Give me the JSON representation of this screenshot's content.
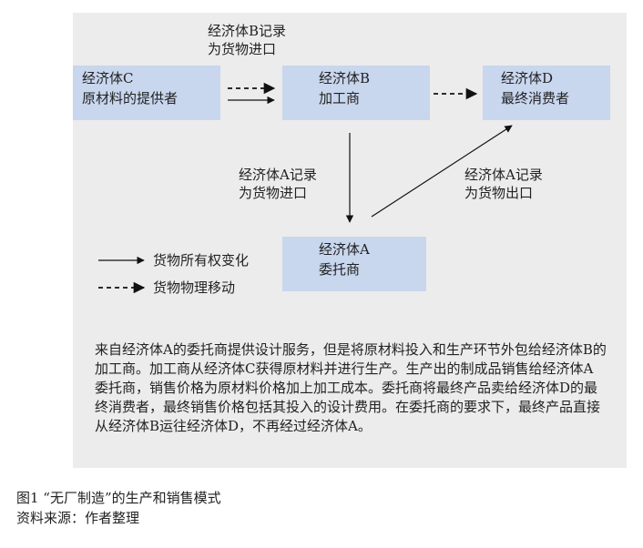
{
  "nodes": {
    "c": {
      "line1": "经济体C",
      "line2": "原材料的提供者"
    },
    "b": {
      "line1": "经济体B",
      "line2": "加工商"
    },
    "d": {
      "line1": "经济体D",
      "line2": "最终消费者"
    },
    "a": {
      "line1": "经济体A",
      "line2": "委托商"
    }
  },
  "labels": {
    "b_import": {
      "line1": "经济体B记录",
      "line2": "为货物进口"
    },
    "a_import": {
      "line1": "经济体A记录",
      "line2": "为货物进口"
    },
    "a_export": {
      "line1": "经济体A记录",
      "line2": "为货物出口"
    }
  },
  "legend": {
    "ownership": "货物所有权变化",
    "physical": "货物物理移动"
  },
  "description": "来自经济体A的委托商提供设计服务，但是将原材料投入和生产环节外包给经济体B的加工商。加工商从经济体C获得原材料并进行生产。生产出的制成品销售给经济体A委托商，销售价格为原材料价格加上加工成本。委托商将最终产品卖给经济体D的最终消费者，最终销售价格包括其投入的设计费用。在委托商的要求下，最终产品直接从经济体B运往经济体D，不再经过经济体A。",
  "caption": {
    "figure": "图1 “无厂制造”的生产和销售模式",
    "source": "资料来源：作者整理"
  },
  "colors": {
    "panel": "#ececec",
    "box": "#c8d6ee",
    "arrow": "#111111"
  }
}
